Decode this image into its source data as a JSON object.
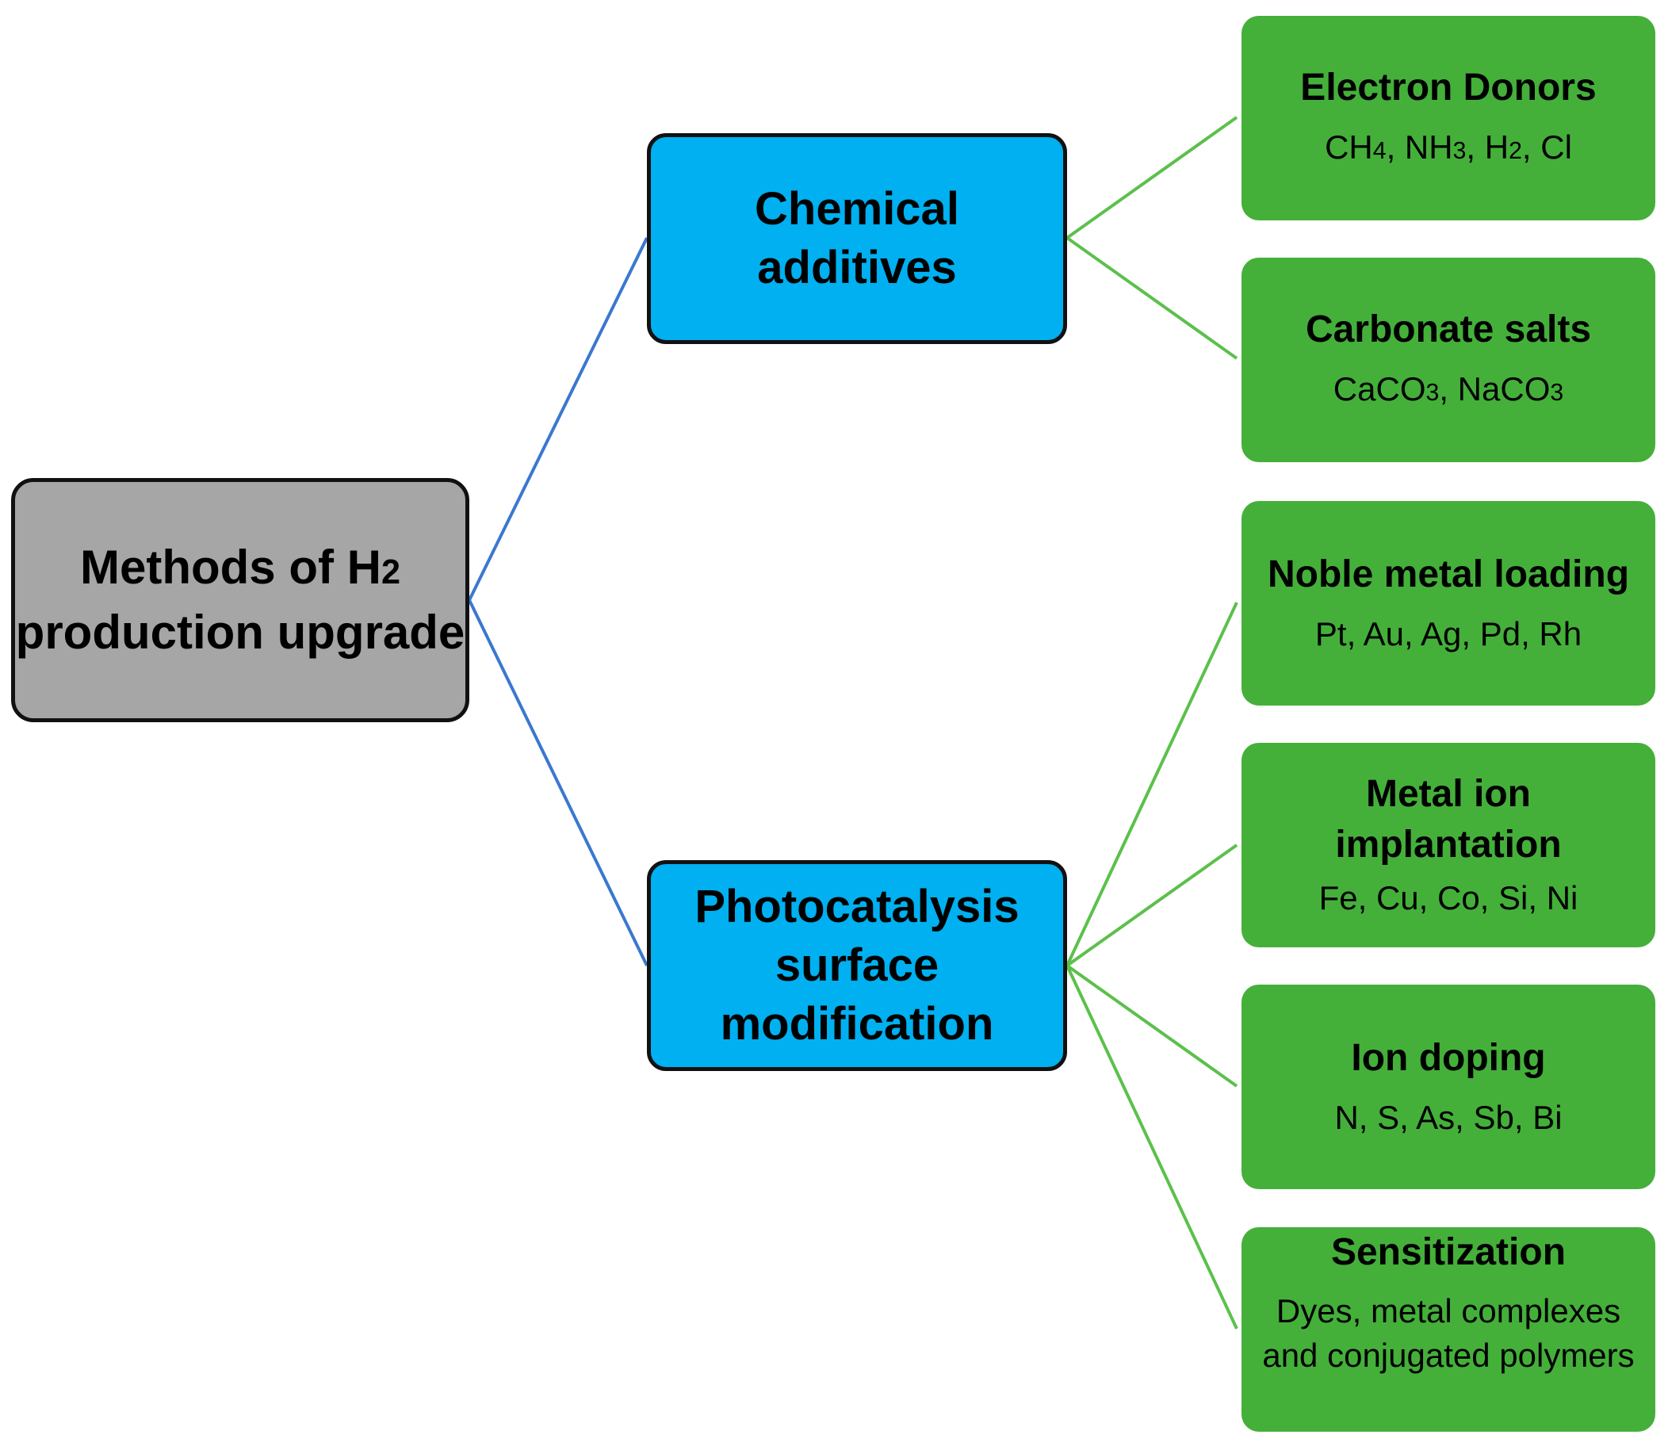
{
  "root": {
    "label": "Methods of H",
    "sub": "2",
    "label2": "production upgrade"
  },
  "chemical": {
    "label": "Chemical additives"
  },
  "photo": {
    "label": "Photocatalysis surface modification"
  },
  "leaves": {
    "donors": {
      "title": "Electron Donors"
    },
    "carbonate": {
      "title": "Carbonate salts"
    },
    "noble": {
      "title": "Noble metal loading",
      "items": "Pt, Au, Ag, Pd, Rh"
    },
    "metalion": {
      "title": "Metal ion implantation",
      "items": "Fe, Cu, Co, Si, Ni"
    },
    "iondoping": {
      "title": "Ion doping",
      "items": "N, S, As, Sb, Bi"
    },
    "sensitization": {
      "title": "Sensitization",
      "items": "Dyes, metal complexes and conjugated polymers"
    }
  },
  "formulas": {
    "ch": "CH",
    "ch_sub": "4",
    "nh": "NH",
    "nh_sub": "3",
    "h": "H",
    "h_sub": "2",
    "cl": "Cl",
    "caco": "CaCO",
    "caco_sub": "3",
    "naco": "NaCO",
    "naco_sub": "3"
  },
  "colors": {
    "root": "#a6a6a6",
    "mid": "#00b0f0",
    "leaf": "#44b03a",
    "blue_line": "#3a78d0",
    "green_line": "#5cc04c"
  }
}
